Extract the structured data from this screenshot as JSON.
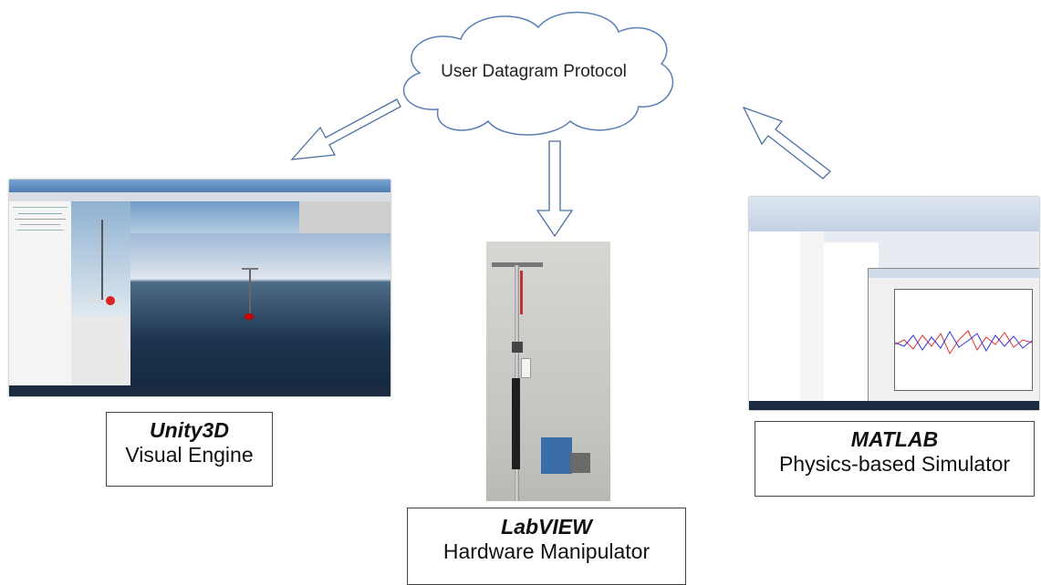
{
  "cloud": {
    "label": "User Datagram Protocol"
  },
  "components": [
    {
      "name": "Unity3D",
      "role": "Visual Engine"
    },
    {
      "name": "LabVIEW",
      "role": "Hardware Manipulator"
    },
    {
      "name": "MATLAB",
      "role": "Physics-based Simulator"
    }
  ],
  "colors": {
    "arrow_stroke": "#4a6fa0",
    "arrow_fill": "#ffffff",
    "cloud_stroke": "#5a7fb5"
  }
}
